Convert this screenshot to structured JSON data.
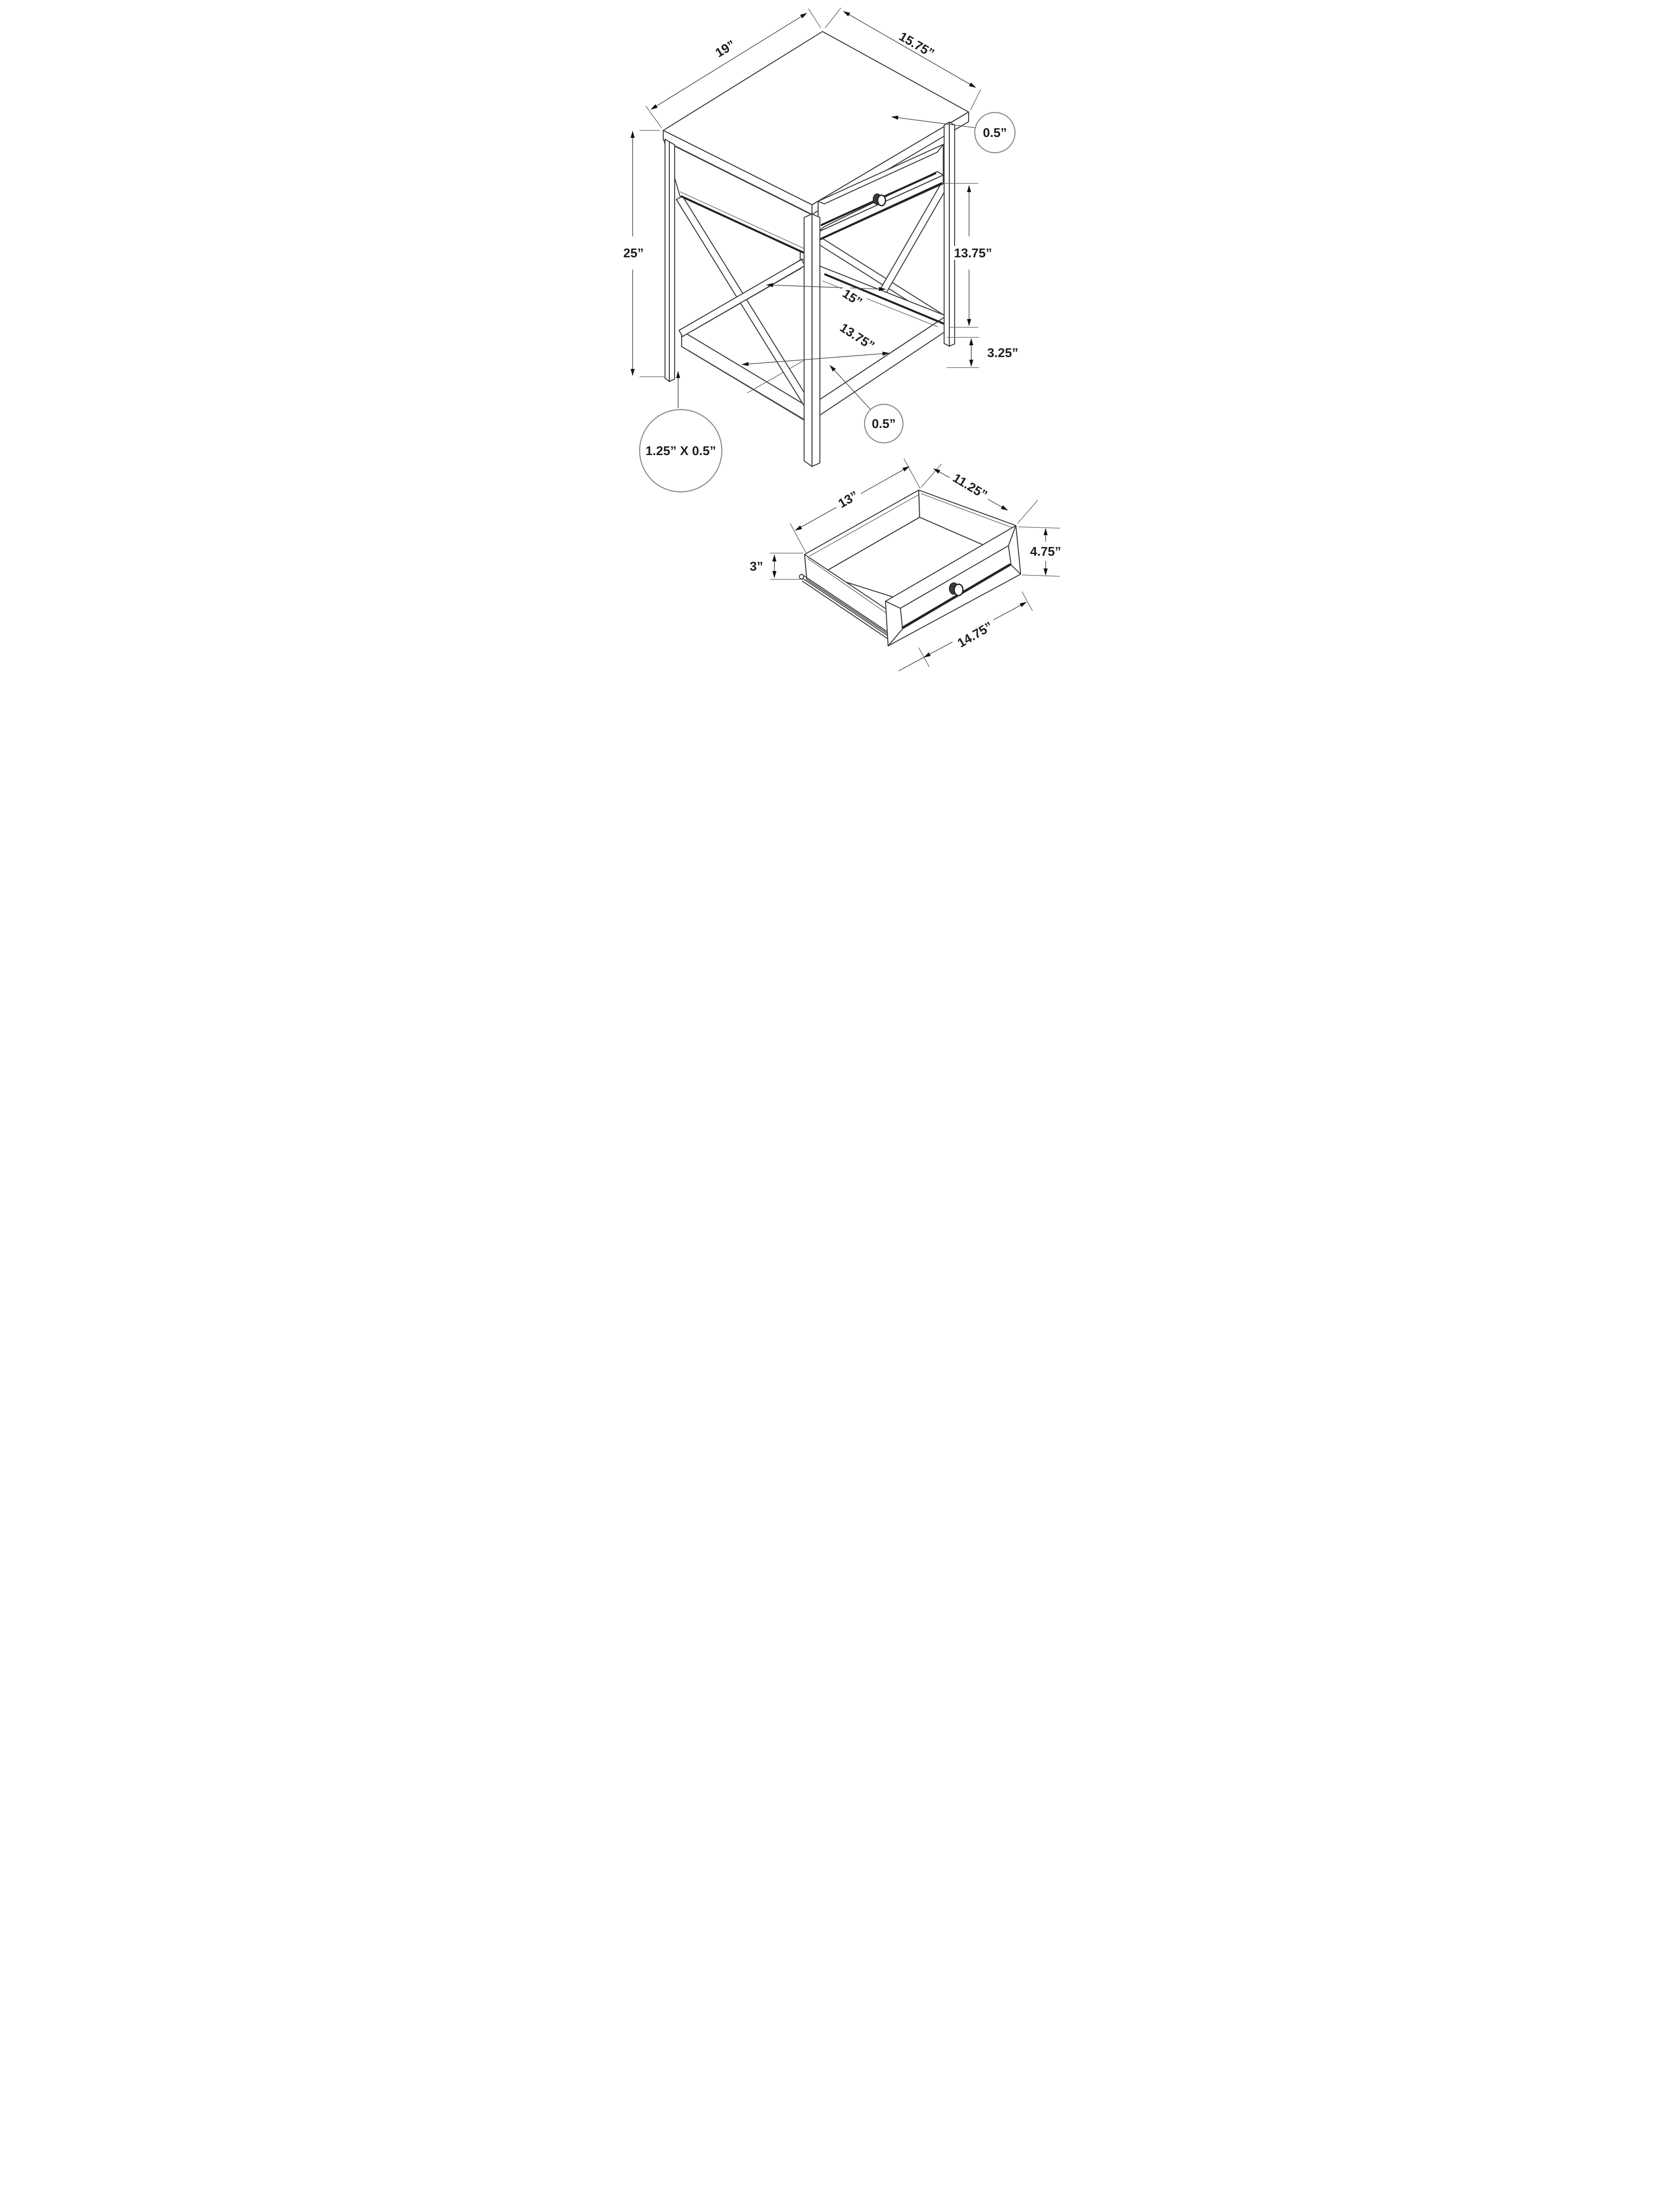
{
  "diagram": {
    "title": "accent table assembly dimension drawing",
    "background": "#ffffff",
    "line_color": "#3b3b3b",
    "dimension_line_color": "#4d4d4d",
    "main_view": {
      "description": "isometric end table with X-frame sides, one drawer and lower shelf",
      "dimensions": {
        "top_depth": "19”",
        "top_width": "15.75”",
        "top_thickness": "0.5”",
        "overall_height": "25”",
        "drawer_bottom_to_shelf": "13.75”",
        "shelf_depth": "15”",
        "shelf_width": "13.75”",
        "shelf_frame_height": "3.25”",
        "shelf_thickness": "0.5”",
        "leg_section": "1.25” X 0.5”"
      }
    },
    "drawer_view": {
      "description": "isometric open drawer box with knob and slide rail",
      "dimensions": {
        "inside_depth": "13”",
        "inside_width": "11.25”",
        "side_height": "3”",
        "front_height": "4.75”",
        "front_width": "14.75”"
      }
    }
  }
}
